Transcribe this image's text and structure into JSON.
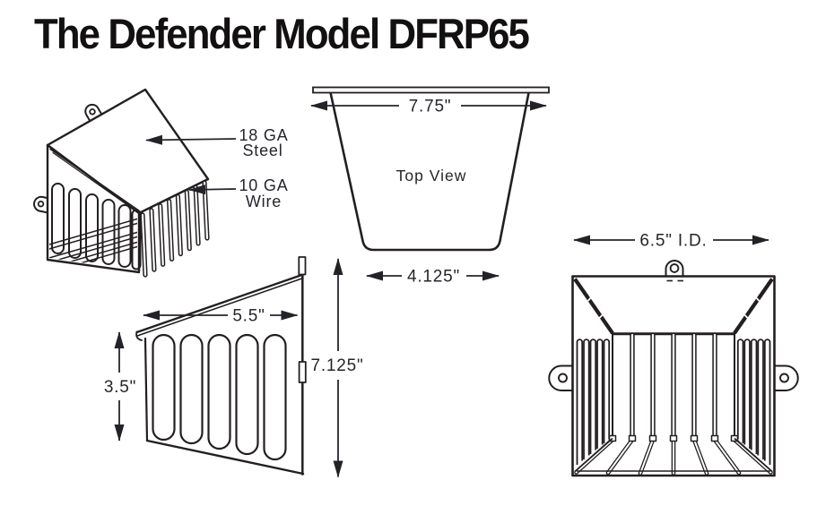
{
  "title": "The Defender Model DFRP65",
  "colors": {
    "ink": "#231f20",
    "dimension_ink": "#26242c",
    "background": "#ffffff"
  },
  "isometric_view": {
    "material_callouts": [
      {
        "line1": "18 GA",
        "line2": "Steel"
      },
      {
        "line1": "10 GA",
        "line2": "Wire"
      }
    ]
  },
  "top_view": {
    "label": "Top View",
    "width_top": "7.75\"",
    "width_bottom": "4.125\""
  },
  "side_view": {
    "width_top": "5.5\"",
    "height_front": "3.5\"",
    "height_back": "7.125\""
  },
  "front_view": {
    "inner_diameter": "6.5\" I.D."
  }
}
